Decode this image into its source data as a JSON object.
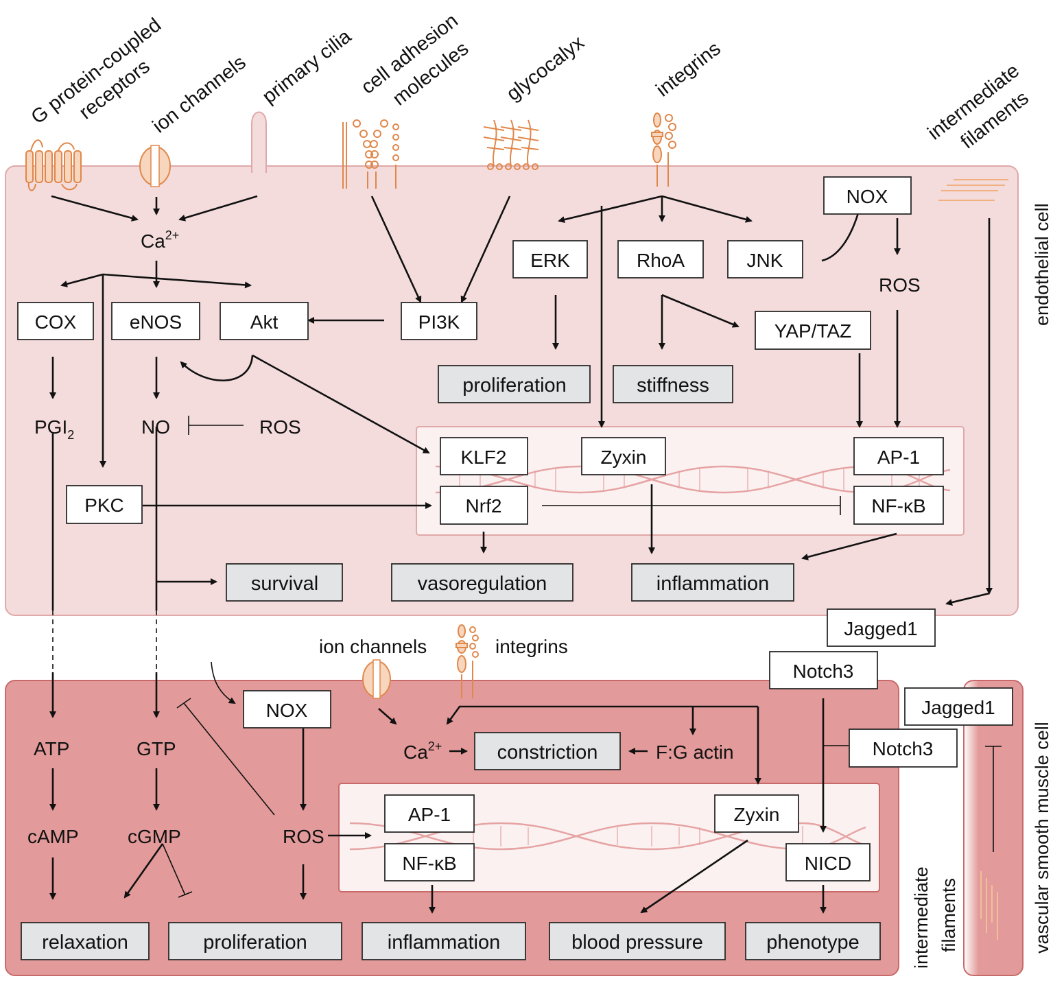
{
  "membrane_labels": {
    "gpcr_1": "G protein-coupled",
    "gpcr_2": "receptors",
    "ion_channels": "ion channels",
    "primary_cilia": "primary cilia",
    "cam_1": "cell adhesion",
    "cam_2": "molecules",
    "glycocalyx": "glycocalyx",
    "integrins": "integrins",
    "if_1": "intermediate",
    "if_2": "filaments"
  },
  "cell_labels": {
    "endothelial": "endothelial cell",
    "vsmc": "vascular smooth muscle cell",
    "if_vsmc_1": "intermediate",
    "if_vsmc_2": "filaments"
  },
  "endothelial": {
    "ca": "Ca",
    "ca_sup": "2+",
    "cox": "COX",
    "enos": "eNOS",
    "akt": "Akt",
    "pi3k": "PI3K",
    "erk": "ERK",
    "rhoa": "RhoA",
    "jnk": "JNK",
    "nox": "NOX",
    "ros_top": "ROS",
    "yap_taz": "YAP/TAZ",
    "proliferation": "proliferation",
    "stiffness": "stiffness",
    "pgi": "PGI",
    "pgi_sub": "2",
    "no": "NO",
    "ros_mid": "ROS",
    "klf2": "KLF2",
    "zyxin": "Zyxin",
    "ap1": "AP-1",
    "nrf2": "Nrf2",
    "nfkb": "NF-κB",
    "pkc": "PKC",
    "survival": "survival",
    "vasoregulation": "vasoregulation",
    "inflammation": "inflammation"
  },
  "junction": {
    "jagged1_ec": "Jagged1",
    "notch3_mid": "Notch3",
    "ion_channels": "ion channels",
    "integrins": "integrins"
  },
  "vsmc": {
    "nox": "NOX",
    "jagged1": "Jagged1",
    "notch3": "Notch3",
    "atp": "ATP",
    "gtp": "GTP",
    "ca": "Ca",
    "ca_sup": "2+",
    "constriction": "constriction",
    "fg_actin": "F:G actin",
    "camp": "cAMP",
    "cgmp": "cGMP",
    "ros": "ROS",
    "ap1": "AP-1",
    "nfkb": "NF-κB",
    "zyxin": "Zyxin",
    "nicd": "NICD",
    "relaxation": "relaxation",
    "proliferation": "proliferation",
    "inflammation": "inflammation",
    "blood_pressure": "blood pressure",
    "phenotype": "phenotype"
  },
  "colors": {
    "ec_fill": "#f4dcdc",
    "ec_border": "#e0a8a8",
    "vsmc_fill": "#e39a9a",
    "vsmc_border": "#c96a6a",
    "nucleus_fill": "#fbf1f1",
    "dna": "#e6a3a3",
    "membrane_protein": "#e0874a",
    "outcome_box": "#e3e4e6"
  }
}
